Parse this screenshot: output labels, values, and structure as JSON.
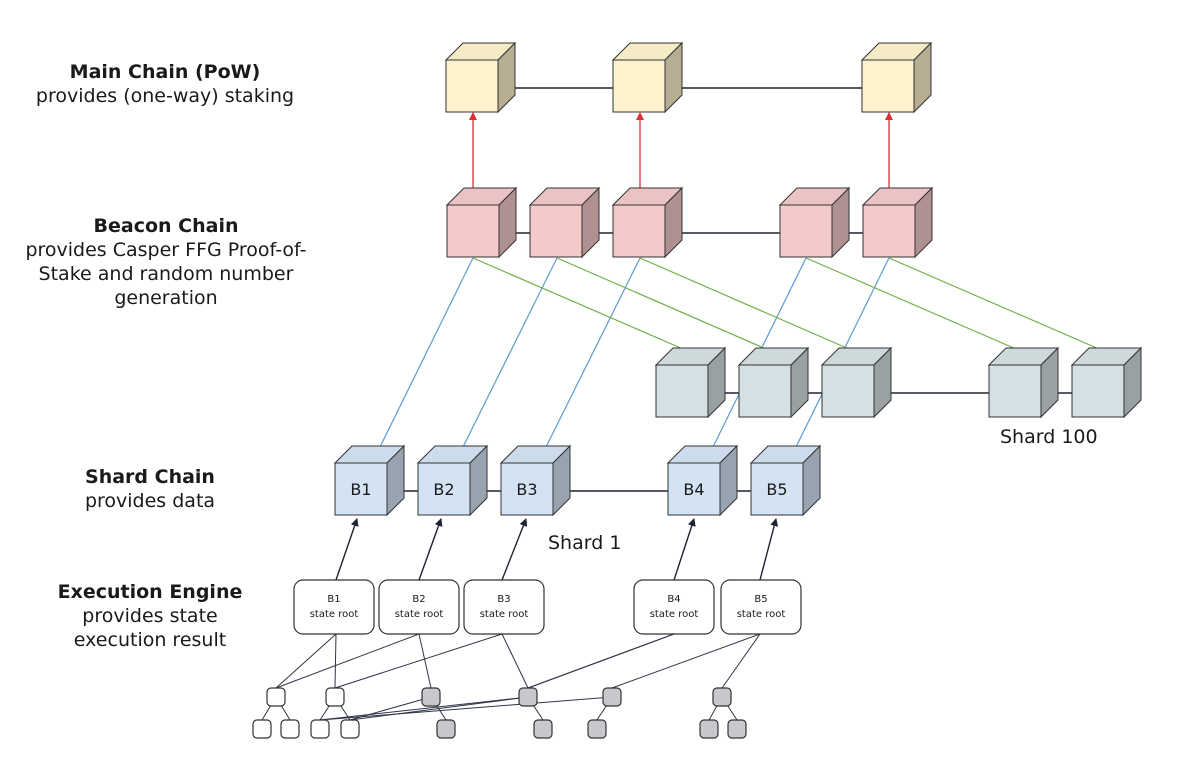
{
  "layers": {
    "main": {
      "title": "Main Chain (PoW)",
      "desc": "provides (one-way) staking"
    },
    "beacon": {
      "title": "Beacon Chain",
      "desc": "provides Casper FFG Proof-of-Stake and random number generation"
    },
    "shard": {
      "title": "Shard Chain",
      "desc": "provides data"
    },
    "exec": {
      "title": "Execution Engine",
      "desc": "provides state execution result"
    }
  },
  "shard1_blocks": [
    "B1",
    "B2",
    "B3",
    "B4",
    "B5"
  ],
  "shard1_caption": "Shard 1",
  "shard100_caption": "Shard 100",
  "state_nodes": [
    {
      "block": "B1",
      "label": "state root"
    },
    {
      "block": "B2",
      "label": "state root"
    },
    {
      "block": "B3",
      "label": "state root"
    },
    {
      "block": "B4",
      "label": "state root"
    },
    {
      "block": "B5",
      "label": "state root"
    }
  ],
  "colors": {
    "main_block": "#fdf2cc",
    "beacon_block": "#f3c9c9",
    "shard100_block": "#d4e0e3",
    "shard1_block": "#d3e3f3",
    "red_link": "#d93232",
    "blue_link": "#5b9bd5",
    "green_link": "#71b04a",
    "chain_line": "#1f2330",
    "leaf_white": "#ffffff",
    "leaf_gray": "#c8c8cc"
  }
}
